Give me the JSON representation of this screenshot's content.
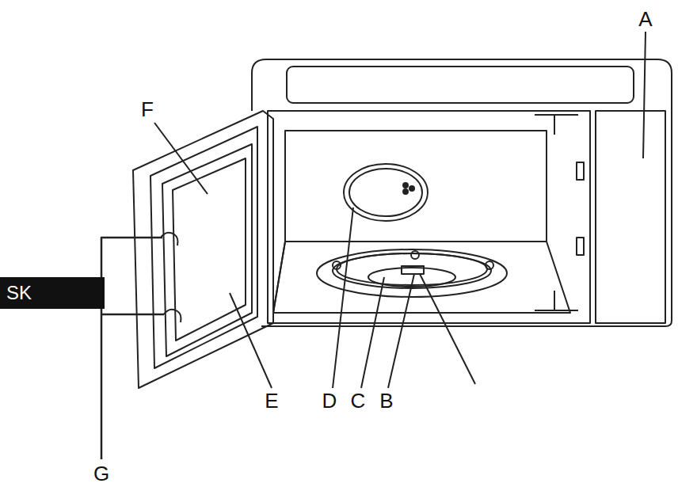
{
  "diagram": {
    "nodes": [
      {
        "text": [
          "SK"
        ]
      }
    ],
    "labels": [
      "A",
      "F",
      "E",
      "D",
      "C",
      "B",
      "G"
    ]
  }
}
